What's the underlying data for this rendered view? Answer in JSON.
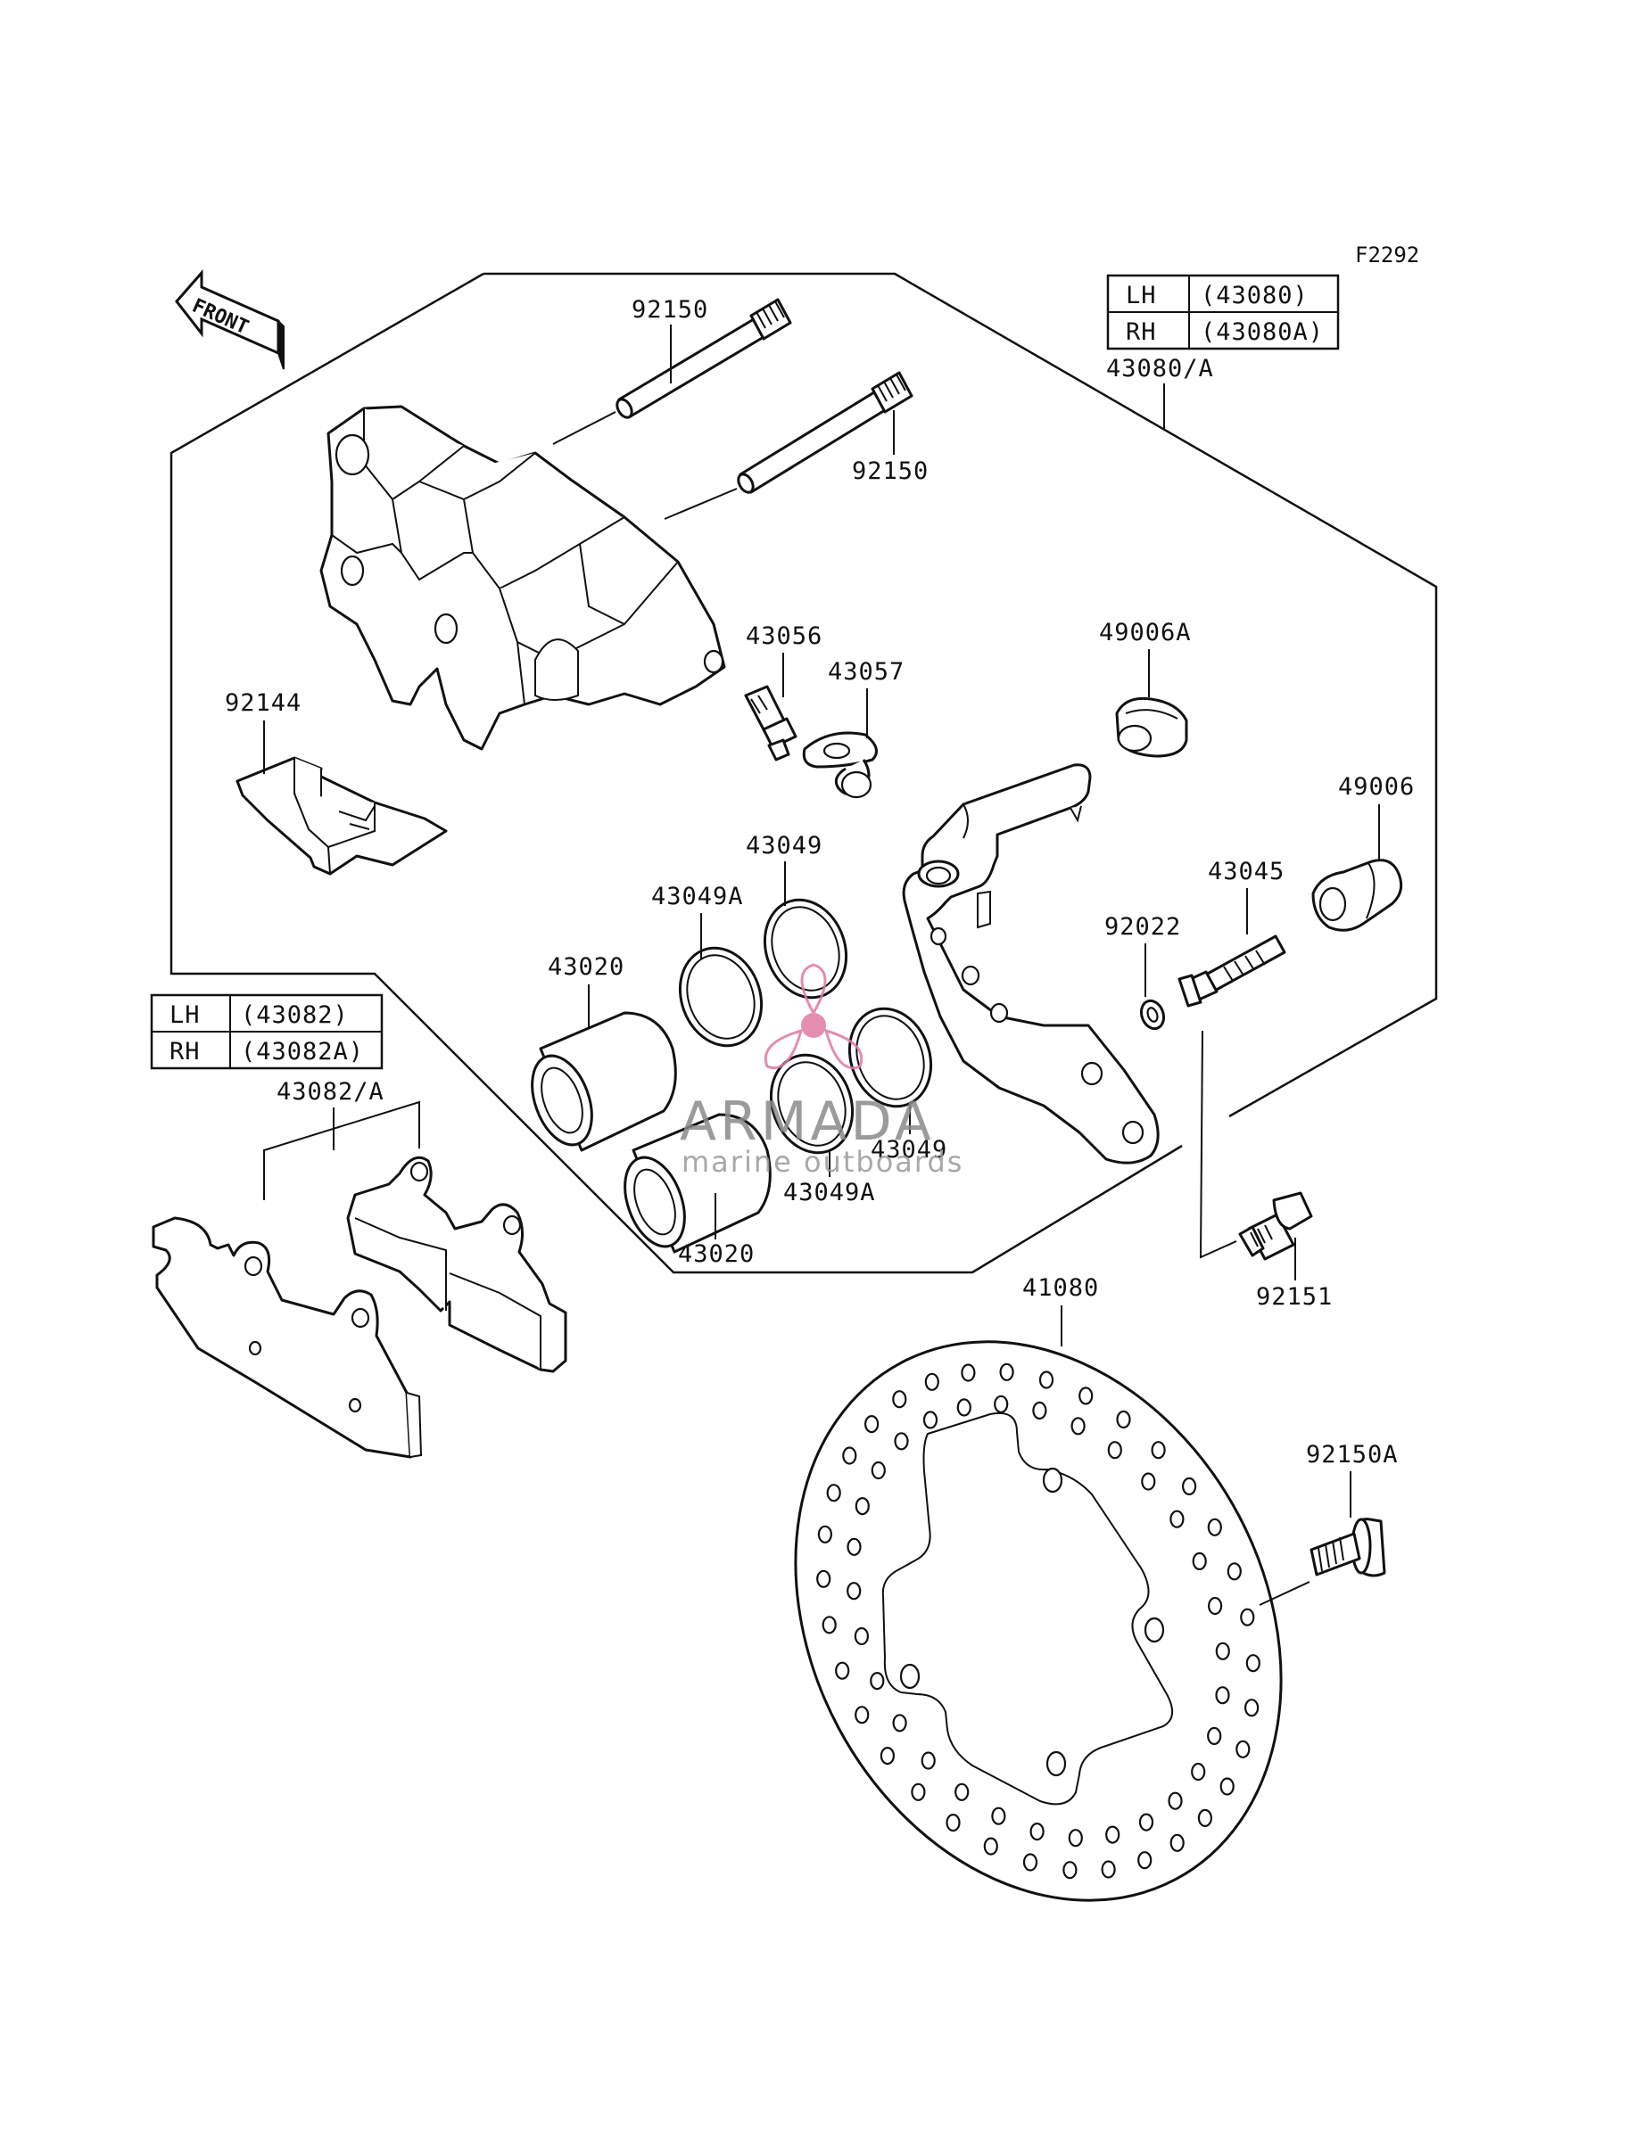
{
  "figure_code": "F2292",
  "front_label": "FRONT",
  "caliper_table": {
    "rows": [
      {
        "side": "LH",
        "part": "(43080)"
      },
      {
        "side": "RH",
        "part": "(43080A)"
      }
    ],
    "label": "43080/A"
  },
  "pad_table": {
    "rows": [
      {
        "side": "LH",
        "part": "(43082)"
      },
      {
        "side": "RH",
        "part": "(43082A)"
      }
    ],
    "label": "43082/A"
  },
  "callouts": {
    "pin_upper": "92150",
    "pin_lower": "92150",
    "bleeder": "43056",
    "bleeder_cap": "43057",
    "spring": "92144",
    "boot_upper": "49006A",
    "boot_lower": "49006",
    "bolt_pin": "43045",
    "washer": "92022",
    "seal_dust_upper": "43049",
    "seal_piston_upper": "43049A",
    "piston_upper": "43020",
    "piston_lower": "43020",
    "seal_dust_lower": "43049",
    "seal_piston_lower": "43049A",
    "mount_bolt": "92151",
    "disc": "41080",
    "disc_bolt": "92150A"
  },
  "watermark": {
    "brand": "ARMADA",
    "tagline": "marine outboards",
    "color": "#e07aa0"
  }
}
